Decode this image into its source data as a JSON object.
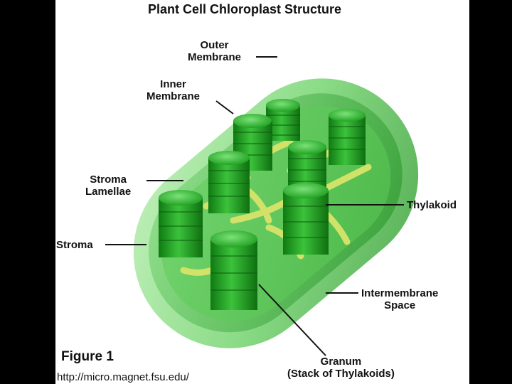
{
  "title": "Plant Cell Chloroplast Structure",
  "labels": {
    "outer_membrane": [
      "Outer",
      "Membrane"
    ],
    "inner_membrane": [
      "Inner",
      "Membrane"
    ],
    "stroma_lamellae": [
      "Stroma",
      "Lamellae"
    ],
    "thylakoid": "Thylakoid",
    "stroma": "Stroma",
    "intermembrane_space": [
      "Intermembrane",
      "Space"
    ],
    "granum": [
      "Granum",
      "(Stack of Thylakoids)"
    ]
  },
  "figure_label": "Figure 1",
  "source_url": "http://micro.magnet.fsu.edu/",
  "colors": {
    "outer_membrane": "#7fd87a",
    "inner_body": "#3fb83e",
    "granum": "#1d9a1f",
    "granum_top": "#52c84f",
    "lamellae": "#d8e46a",
    "background": "#ffffff",
    "frame": "#000000"
  }
}
